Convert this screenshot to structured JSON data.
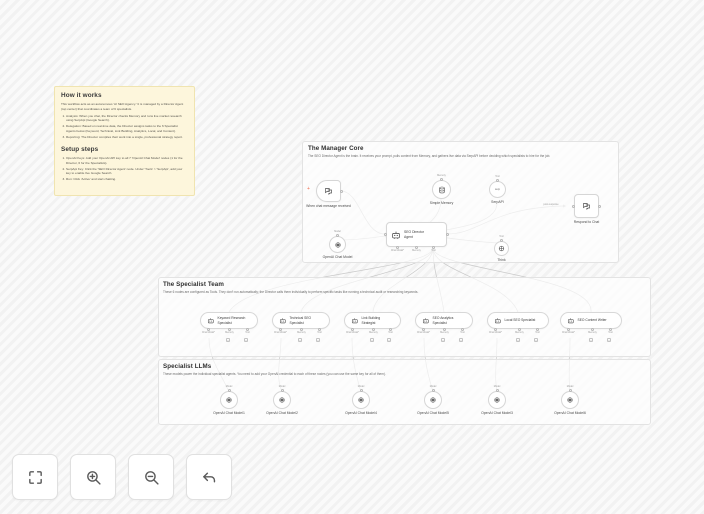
{
  "sticky_note": {
    "title_1": "How it works",
    "intro": "This workflow acts as an autonomous 'AI SEO Agency.' It is managed by a Director Agent (top center) that coordinates a team of 6 specialists.",
    "steps": [
      "Analysis: When you chat, the Director checks Memory and runs live market research using SerpApi (Google Search).",
      "Delegation: Based on real-time data, the Director assigns tasks to the 6 Specialist Agents below (Keyword, Technical, Link Building, Analytics, Local, and Content).",
      "Reporting: The Director compiles their work into a single, professional strategy report."
    ],
    "title_2": "Setup steps",
    "setup": [
      "OpenAI Keys: Add your OpenAI API key to all 7 'OpenAI Chat Model' nodes (1 for the Director, 6 for the Specialists).",
      "SerpApi Key: Click the 'SEO Director Agent' node. Under 'Tools' > 'SerpApi', add your key to enable live Google Search.",
      "Run: Click 'Active' and start chatting."
    ]
  },
  "groups": {
    "manager": {
      "title": "The Manager Core",
      "desc": "The SEO Director Agent is the brain. It receives your prompt, pulls context from Memory, and gathers live data via SerpAPI before deciding which specialists to hire for the job."
    },
    "team": {
      "title": "The Specialist Team",
      "desc": "These 6 nodes are configured as Tools. They don't run automatically; the Director calls them individually to perform specific tasks like running a technical audit or researching keywords."
    },
    "llm": {
      "title": "Specialist LLMs",
      "desc": "These models power the individual specialist agents. You need to add your OpenAI credential to each of these nodes (you can use the same key for all of them)."
    }
  },
  "nodes": {
    "trigger": {
      "label": "When chat message received",
      "icon": "chat-icon"
    },
    "director": {
      "label_line1": "SEO Director",
      "label_line2": "Agent",
      "icon": "robot-icon"
    },
    "memory": {
      "label": "Simple Memory",
      "port": "Memory",
      "icon": "database-icon"
    },
    "serpapi": {
      "label": "SerpAPI",
      "port": "Tool",
      "icon": "serp-icon"
    },
    "think": {
      "label": "Think",
      "port": "Tool",
      "icon": "think-icon"
    },
    "director_model": {
      "label": "OpenAI Chat Model",
      "port": "Model",
      "icon": "openai-icon"
    },
    "respond": {
      "label": "Respond to Chat",
      "port_in": "post-response",
      "icon": "chat-icon"
    },
    "director_ports": [
      "Chat Model*",
      "Memory",
      "Tool"
    ]
  },
  "specialists": [
    {
      "label_line1": "Keyword Research",
      "label_line2": "Specialist",
      "icon": "robot-icon"
    },
    {
      "label_line1": "Technical SEO",
      "label_line2": "Specialist",
      "icon": "robot-icon"
    },
    {
      "label_line1": "Link Building",
      "label_line2": "Strategist",
      "icon": "robot-icon"
    },
    {
      "label_line1": "SEO Analytics",
      "label_line2": "Specialist",
      "icon": "robot-icon"
    },
    {
      "label_line1": "Local SEO Specialist",
      "label_line2": "",
      "icon": "robot-icon"
    },
    {
      "label_line1": "SEO Content Writer",
      "label_line2": "",
      "icon": "robot-icon"
    }
  ],
  "specialist_ports": [
    "Chat Model*",
    "Memory",
    "Tool"
  ],
  "llm_nodes": [
    {
      "label": "OpenAI Chat Model1",
      "port": "Model"
    },
    {
      "label": "OpenAI Chat Model2",
      "port": "Model"
    },
    {
      "label": "OpenAI Chat Model4",
      "port": "Model"
    },
    {
      "label": "OpenAI Chat Model5",
      "port": "Model"
    },
    {
      "label": "OpenAI Chat Model3",
      "port": "Model"
    },
    {
      "label": "OpenAI Chat Model6",
      "port": "Model"
    }
  ],
  "toolbar": [
    {
      "name": "fit-to-view-button",
      "icon": "fit-screen-icon"
    },
    {
      "name": "zoom-in-button",
      "icon": "zoom-in-icon"
    },
    {
      "name": "zoom-out-button",
      "icon": "zoom-out-icon"
    },
    {
      "name": "reset-view-button",
      "icon": "undo-arrow-icon"
    }
  ],
  "colors": {
    "canvas_bg": "#f7f7f7",
    "sticky_bg": "#fdf6dc",
    "sticky_border": "#f0e4b0",
    "node_border": "#d6d6d6",
    "accent_orange": "#ef6a4c",
    "edge": "#c9c9c9"
  }
}
